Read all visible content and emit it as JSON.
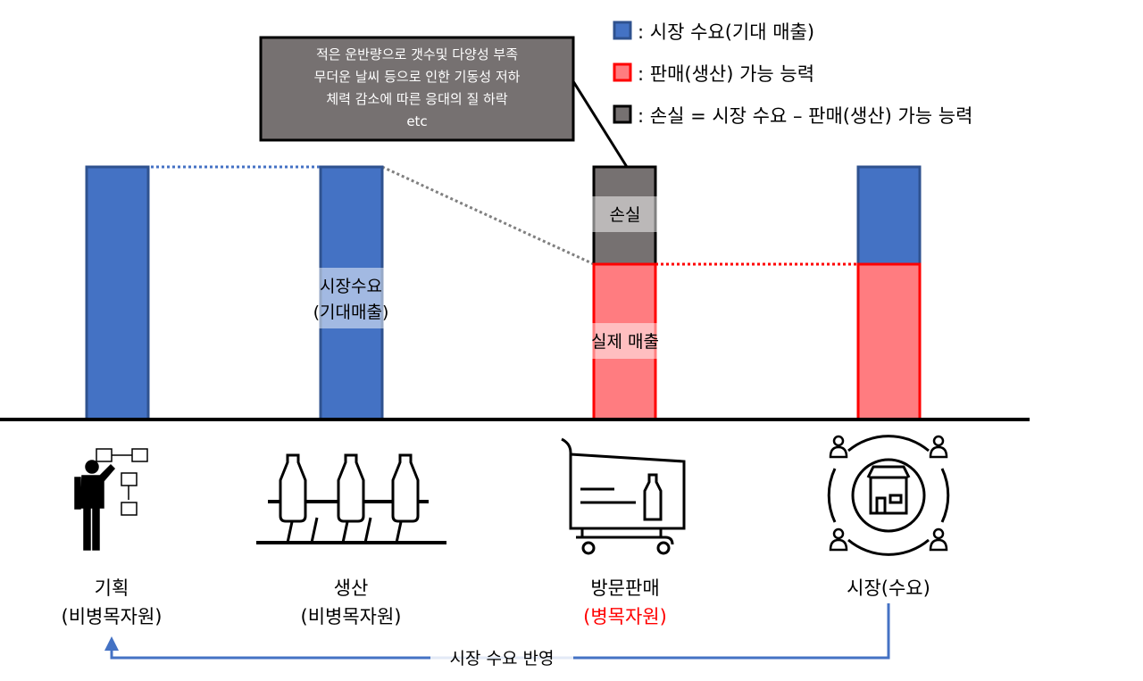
{
  "legend": [
    {
      "label": ": 시장 수요(기대 매출)",
      "color": "#4472C4"
    },
    {
      "label": ": 판매(생산) 가능 능력",
      "color": "#FF7C80"
    },
    {
      "label": ": 손실 = 시장 수요 – 판매(생산) 가능 능력",
      "color": "#767171"
    }
  ],
  "callout": {
    "lines": [
      "적은 운반량으로 갯수및 다양성 부족",
      "무더운 날씨 등으로 인한 기동성 저하",
      "체력 감소에 따른 응대의 질 하락",
      "etc"
    ]
  },
  "bar_labels": {
    "loss": "손실",
    "demand_line1": "시장수요",
    "demand_line2": "(기대매출)",
    "actual": "실제 매출"
  },
  "stages": [
    {
      "name": "기획",
      "role": "(비병목자원)",
      "icon": "planner-icon"
    },
    {
      "name": "생산",
      "role": "(비병목자원)",
      "icon": "bottle-production-icon"
    },
    {
      "name": "방문판매",
      "role": "(병목자원)",
      "role_color": "#FF0000",
      "icon": "shopping-cart-icon"
    },
    {
      "name": "시장(수요)",
      "icon": "market-store-icon"
    }
  ],
  "feedback": {
    "label": "시장 수요 반영"
  },
  "colors": {
    "demand": "#4472C4",
    "demand_border": "#2F528F",
    "capacity": "#FF7C80",
    "capacity_border": "#FF0000",
    "loss": "#767171",
    "arrow": "#4472C4"
  }
}
